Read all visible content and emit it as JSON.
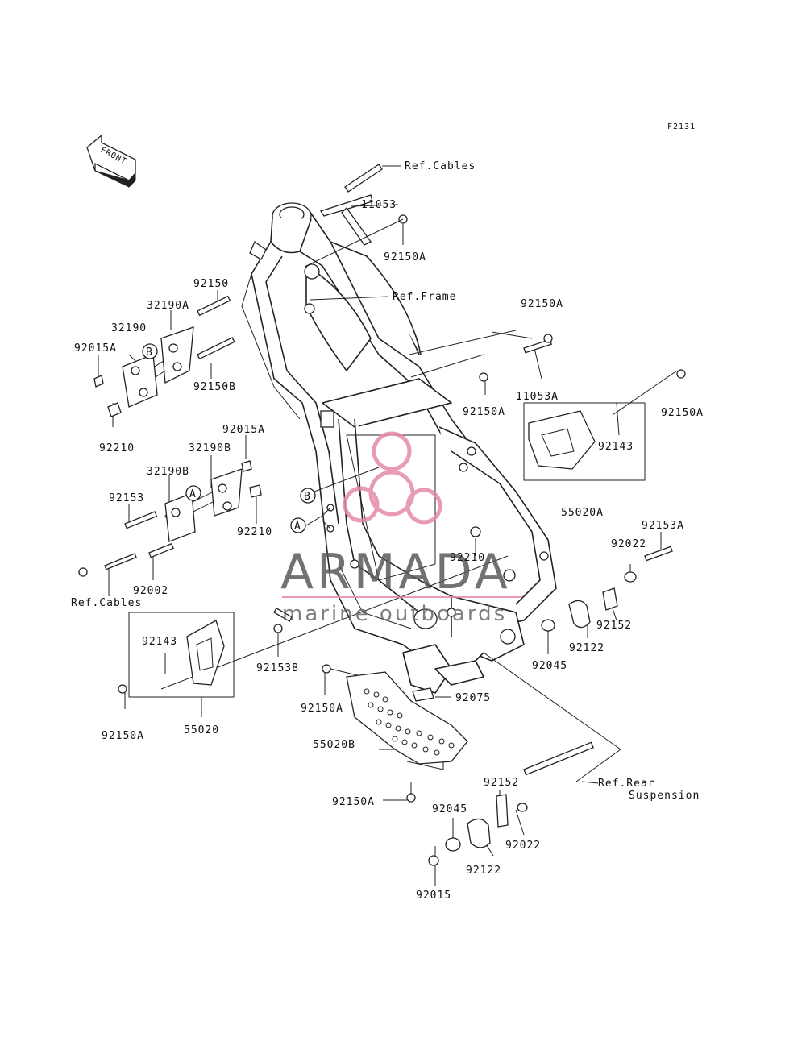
{
  "figure_code": "F2131",
  "front_label": "FRONT",
  "watermark": {
    "title": "ARMADA",
    "subtitle": "marine outboards",
    "logo_color": "#e48aa8"
  },
  "refs": {
    "cables_top": "Ref.Cables",
    "frame": "Ref.Frame",
    "cables_left": "Ref.Cables",
    "rear_suspension_1": "Ref.Rear",
    "rear_suspension_2": "Suspension"
  },
  "callouts": {
    "a": "A",
    "b": "B"
  },
  "parts": {
    "p11053": "11053",
    "p92150A_top": "92150A",
    "p92150": "92150",
    "p32190A": "32190A",
    "p32190": "32190",
    "p92015A_left": "92015A",
    "p92150B": "92150B",
    "p92210_left": "92210",
    "p92150A_r1": "92150A",
    "p92150A_r2": "92150A",
    "p11053A": "11053A",
    "p92150A_r3": "92150A",
    "p92143_right": "92143",
    "p92015A_mid": "92015A",
    "p32190B_1": "32190B",
    "p32190B_2": "32190B",
    "p92153": "92153",
    "p92210_mid": "92210",
    "p92002": "92002",
    "p55020A": "55020A",
    "p92153A": "92153A",
    "p92022_right": "92022",
    "p92210_center": "92210",
    "p92152_right": "92152",
    "p92122_right": "92122",
    "p92045_right": "92045",
    "p92143_left": "92143",
    "p92153B": "92153B",
    "p92150A_bl": "92150A",
    "p55020": "55020",
    "p92150A_skid": "92150A",
    "p92075": "92075",
    "p55020B": "55020B",
    "p92150A_bottom": "92150A",
    "p92152_bottom": "92152",
    "p92045_bottom": "92045",
    "p92022_bottom": "92022",
    "p92122_bottom": "92122",
    "p92015": "92015"
  }
}
